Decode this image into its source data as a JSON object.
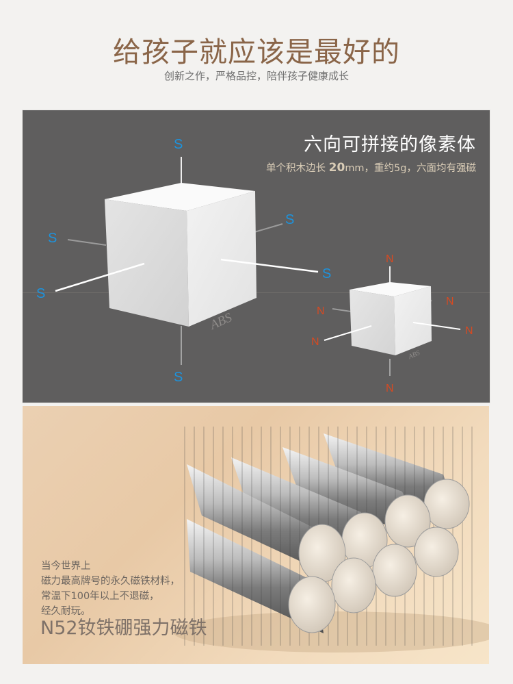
{
  "header": {
    "title": "给孩子就应该是最好的",
    "subtitle": "创新之作，严格品控，陪伴孩子健康成长"
  },
  "cube_panel": {
    "heading": "六向可拼接的像素体",
    "spec_prefix": "单个积木边长 ",
    "spec_size": "20",
    "spec_suffix": "mm，重约5g，六面均有强磁",
    "large_cube": {
      "material": "ABS",
      "pole": "S",
      "pole_color": "#1d93dd",
      "labels": [
        "S",
        "S",
        "S",
        "S",
        "S",
        "S"
      ]
    },
    "small_cube": {
      "material": "ABS",
      "pole": "N",
      "pole_color": "#d64a22",
      "labels": [
        "N",
        "N",
        "N",
        "N",
        "N",
        "N"
      ]
    }
  },
  "magnet_panel": {
    "description_lines": [
      "当今世界上",
      "磁力最高牌号的永久磁铁材料，",
      "常温下100年以上不退磁，",
      "经久耐玩。"
    ],
    "title": "N52钕铁硼强力磁铁"
  }
}
